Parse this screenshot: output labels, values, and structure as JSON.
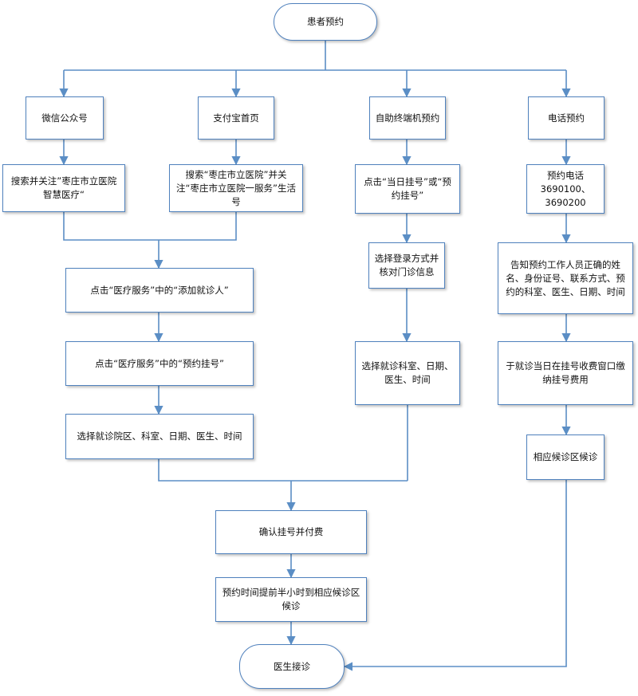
{
  "flow": {
    "start": "患者预约",
    "channels": {
      "wechat": "微信公众号",
      "alipay": "支付宝首页",
      "kiosk": "自助终端机预约",
      "phone": "电话预约"
    },
    "wechat_search": "搜索并关注”枣庄市立医院智慧医疗“",
    "alipay_search": "搜索“枣庄市立医院”并关注“枣庄市立医院一服务”生活号",
    "add_patient": "点击“医疗服务”中的“添加就诊人”",
    "book_register": "点击“医疗服务”中的“预约挂号”",
    "choose_campus": "选择就诊院区、科室、日期、医生、时间",
    "kiosk_click": "点击“当日挂号”或“预约挂号”",
    "kiosk_login": "选择登录方式并核对门诊信息",
    "kiosk_choose": "选择就诊科室、日期、医生、时间",
    "phone_numbers": "预约电话3690100、3690200",
    "phone_tell": "告知预约工作人员正确的姓名、身份证号、联系方式、预约的科室、医生、日期、时间",
    "phone_pay": "于就诊当日在挂号收费窗口缴纳挂号费用",
    "phone_wait": "相应候诊区候诊",
    "confirm_pay": "确认挂号并付费",
    "arrive_early": "预约时间提前半小时到相应候诊区候诊",
    "end": "医生接诊"
  },
  "colors": {
    "line": "#5b8ec5",
    "border": "#4f81bd"
  }
}
